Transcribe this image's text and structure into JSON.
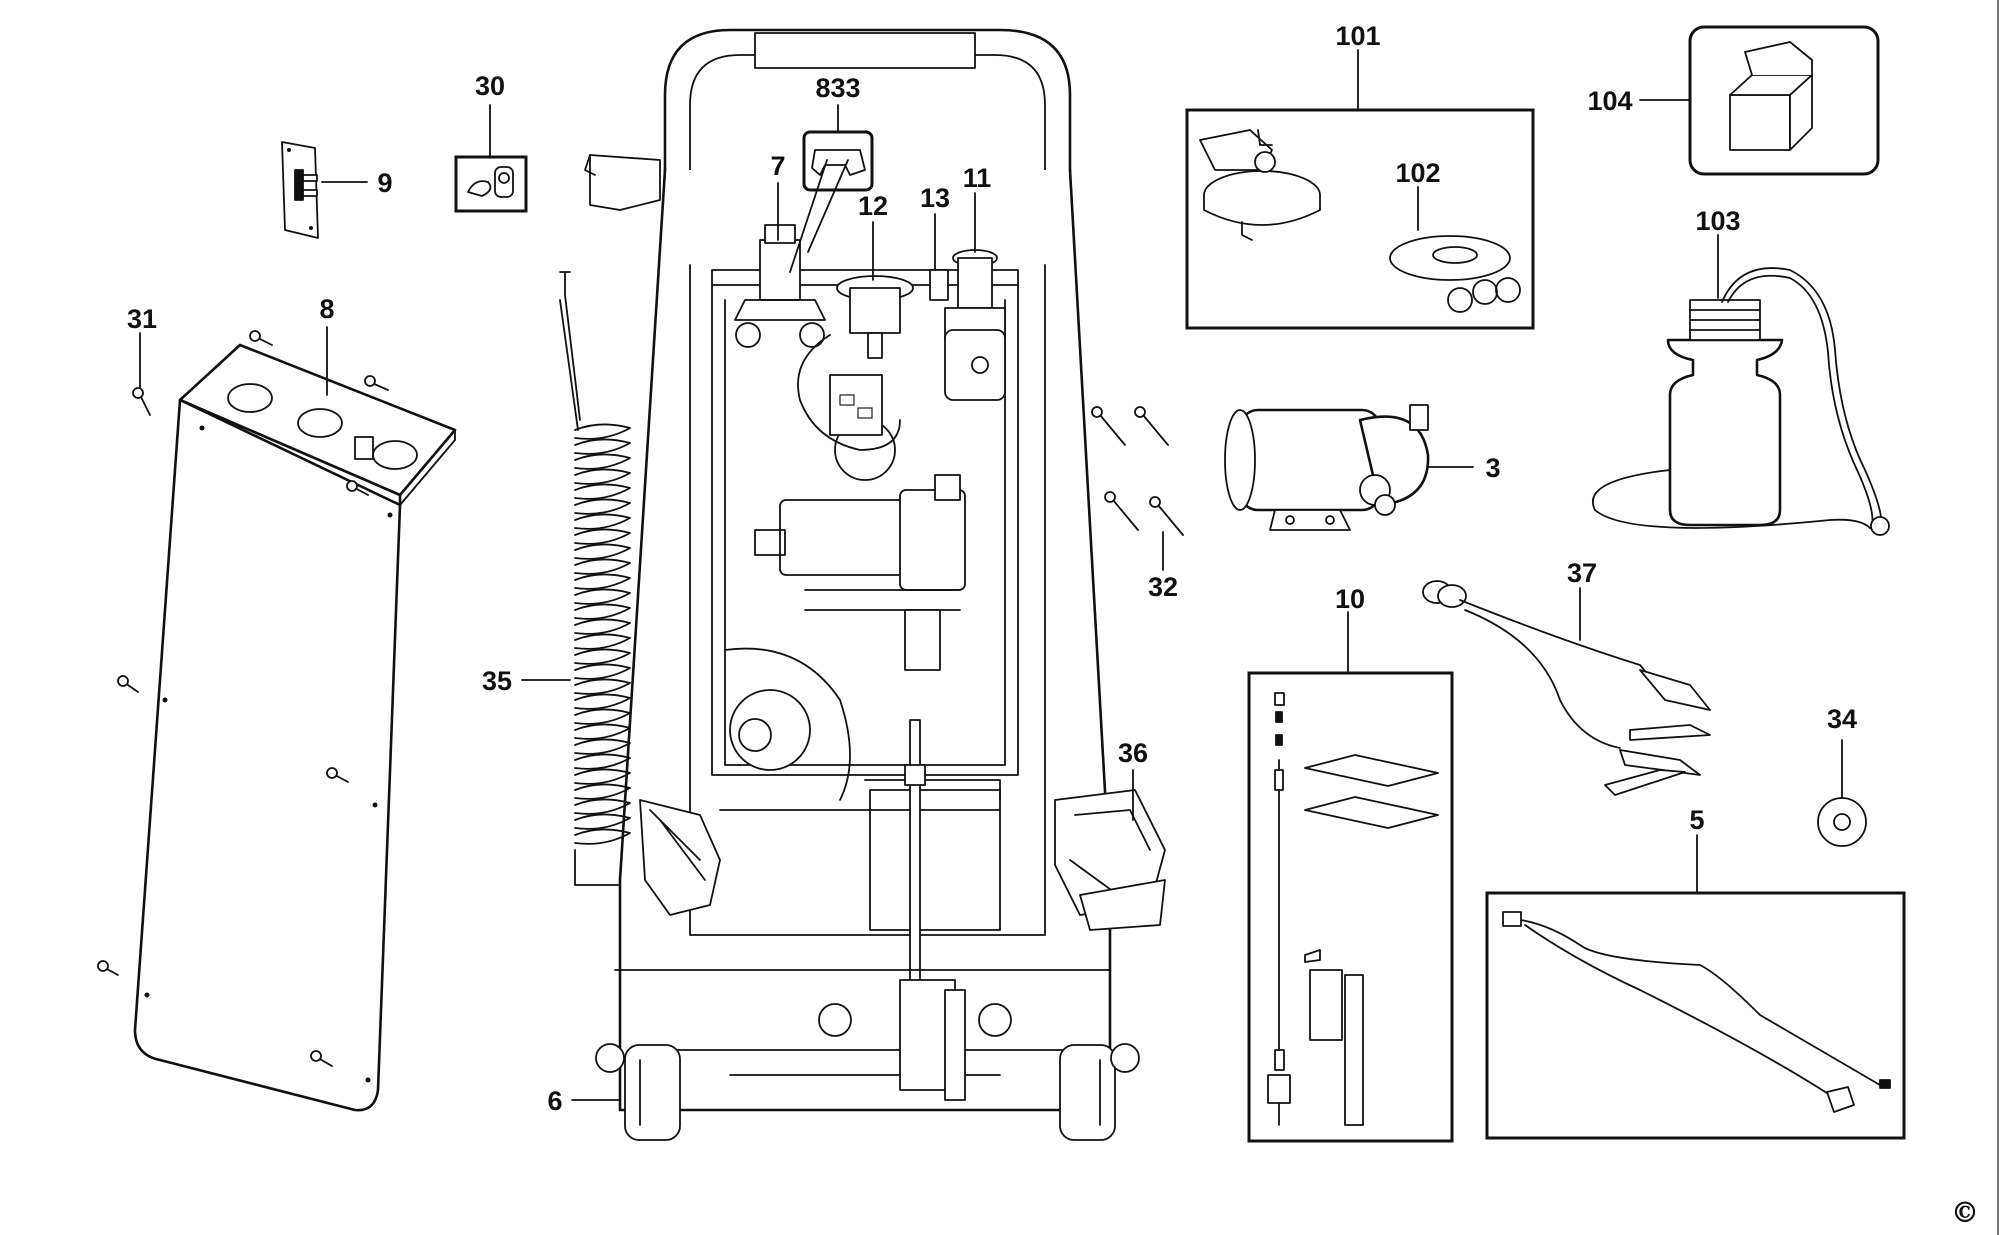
{
  "callouts": [
    {
      "id": "c101",
      "text": "101"
    },
    {
      "id": "c102",
      "text": "102"
    },
    {
      "id": "c103",
      "text": "103"
    },
    {
      "id": "c104",
      "text": "104"
    },
    {
      "id": "c30",
      "text": "30"
    },
    {
      "id": "c833",
      "text": "833"
    },
    {
      "id": "c9",
      "text": "9"
    },
    {
      "id": "c7",
      "text": "7"
    },
    {
      "id": "c12",
      "text": "12"
    },
    {
      "id": "c13",
      "text": "13"
    },
    {
      "id": "c11",
      "text": "11"
    },
    {
      "id": "c31",
      "text": "31"
    },
    {
      "id": "c8",
      "text": "8"
    },
    {
      "id": "c3",
      "text": "3"
    },
    {
      "id": "c32",
      "text": "32"
    },
    {
      "id": "c10",
      "text": "10"
    },
    {
      "id": "c37",
      "text": "37"
    },
    {
      "id": "c35",
      "text": "35"
    },
    {
      "id": "c34",
      "text": "34"
    },
    {
      "id": "c36",
      "text": "36"
    },
    {
      "id": "c5",
      "text": "5"
    },
    {
      "id": "c6",
      "text": "6"
    }
  ],
  "copyright_symbol": "©"
}
